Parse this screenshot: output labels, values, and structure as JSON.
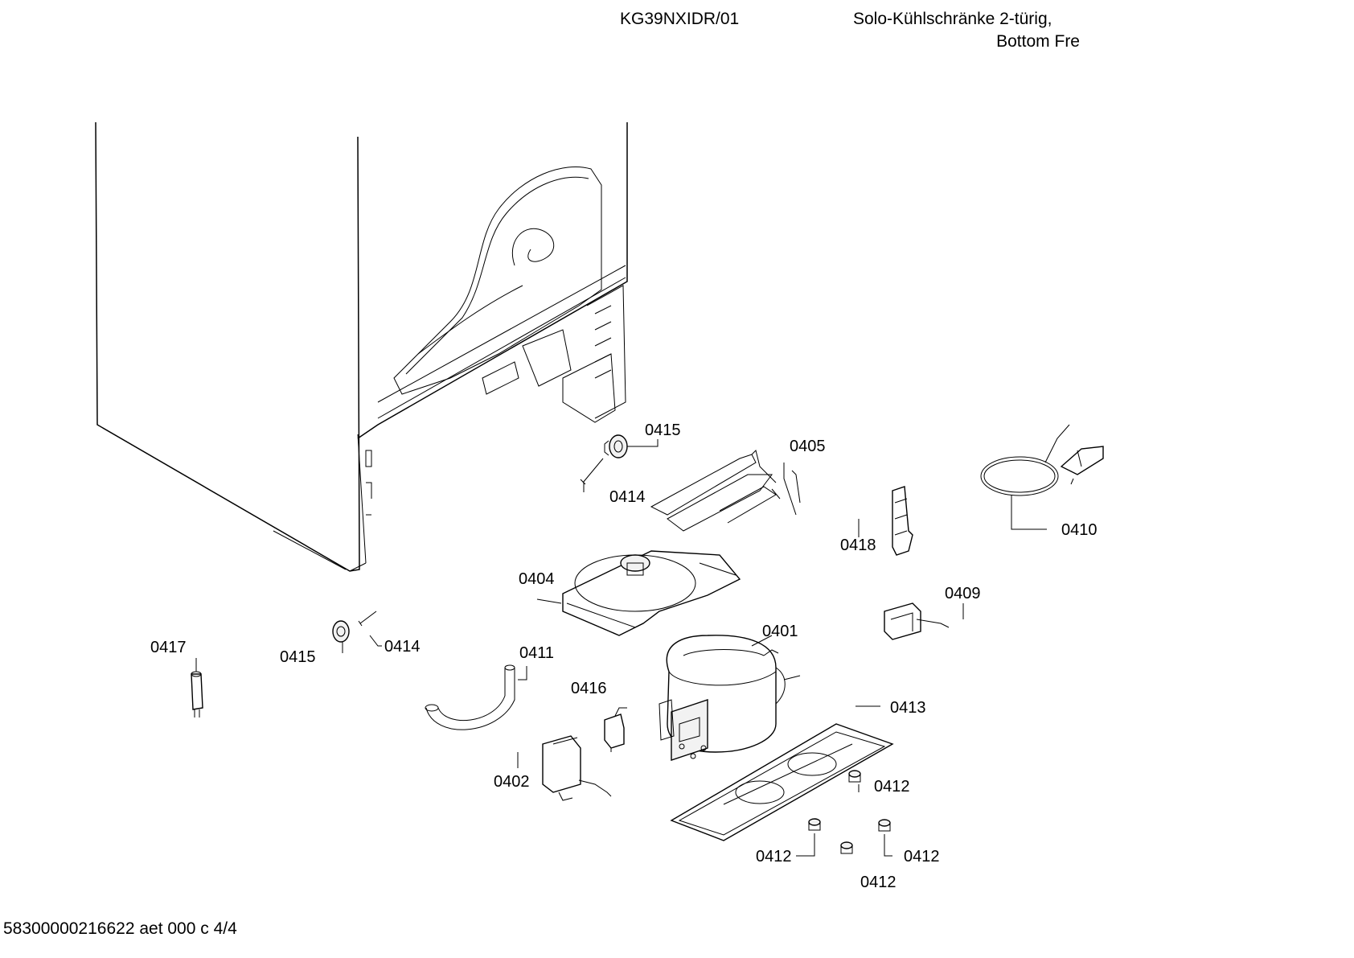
{
  "header": {
    "model": "KG39NXIDR/01",
    "title_line1": "Solo-Kühlschränke 2-türig,",
    "title_line2": "Bottom Fre"
  },
  "footer": {
    "code": "58300000216622 aet 000 c 4/4"
  },
  "callouts": [
    "0415",
    "0414",
    "0405",
    "0410",
    "0418",
    "0404",
    "0409",
    "0401",
    "0417",
    "0415",
    "0414",
    "0411",
    "0416",
    "0413",
    "0402",
    "0412",
    "0412",
    "0412",
    "0412"
  ]
}
